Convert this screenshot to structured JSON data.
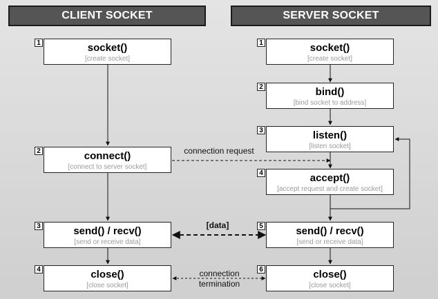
{
  "headers": {
    "client": "CLIENT SOCKET",
    "server": "SERVER SOCKET"
  },
  "client_steps": [
    {
      "number": "1",
      "function": "socket()",
      "description": "[create socket]"
    },
    {
      "number": "2",
      "function": "connect()",
      "description": "[connect to server socket]"
    },
    {
      "number": "3",
      "function": "send() / recv()",
      "description": "[send or receive data]"
    },
    {
      "number": "4",
      "function": "close()",
      "description": "[close socket]"
    }
  ],
  "server_steps": [
    {
      "number": "1",
      "function": "socket()",
      "description": "[create socket]"
    },
    {
      "number": "2",
      "function": "bind()",
      "description": "[bind socket to address]"
    },
    {
      "number": "3",
      "function": "listen()",
      "description": "[listen socket]"
    },
    {
      "number": "4",
      "function": "accept()",
      "description": "[accept request and create socket]"
    },
    {
      "number": "5",
      "function": "send() / recv()",
      "description": "[send or receive data]"
    },
    {
      "number": "6",
      "function": "close()",
      "description": "[close socket]"
    }
  ],
  "connections": {
    "connection_request": "connection request",
    "data": "[data]",
    "termination_line1": "connection",
    "termination_line2": "termination"
  }
}
